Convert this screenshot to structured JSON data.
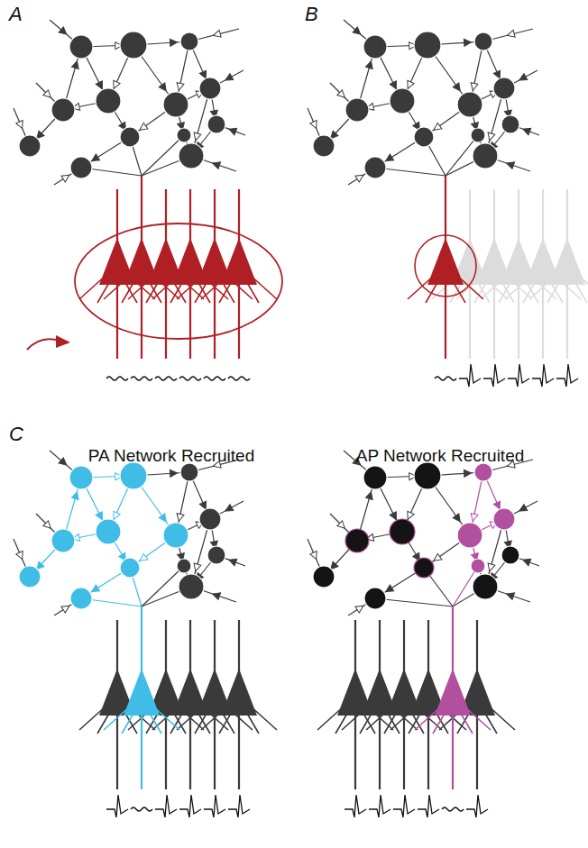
{
  "diagram": {
    "labels": [
      "A",
      "B",
      "C",
      "PA Network Recruited",
      "AP Network Recruited"
    ]
  }
}
